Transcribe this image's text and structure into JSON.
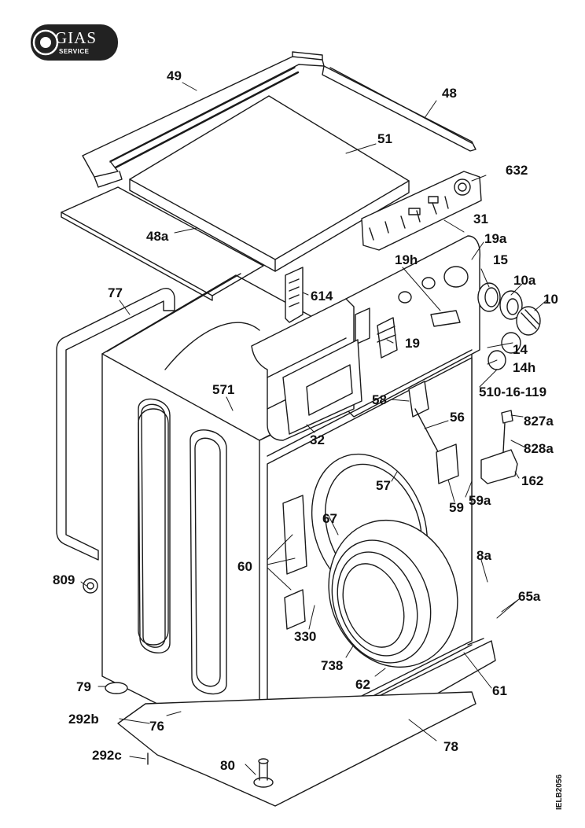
{
  "logo": {
    "brand": "GIAS",
    "tagline": "SERVICE"
  },
  "drawing_code": "IELB2056",
  "parts": {
    "p49": "49",
    "p48": "48",
    "p51": "51",
    "p632": "632",
    "p48a": "48a",
    "p31": "31",
    "p19a": "19a",
    "p15": "15",
    "p19h": "19h",
    "p10a": "10a",
    "p10": "10",
    "p77": "77",
    "p614": "614",
    "p19": "19",
    "p14": "14",
    "p14h": "14h",
    "p510": "510-16-119",
    "p571": "571",
    "p58": "58",
    "p56": "56",
    "p827a": "827a",
    "p32": "32",
    "p828a": "828a",
    "p57": "57",
    "p162": "162",
    "p59a": "59a",
    "p59": "59",
    "p67": "67",
    "p60": "60",
    "p8a": "8a",
    "p809": "809",
    "p65a": "65a",
    "p330": "330",
    "p738": "738",
    "p62": "62",
    "p61": "61",
    "p79": "79",
    "p292b": "292b",
    "p76": "76",
    "p78": "78",
    "p292c": "292c",
    "p80": "80"
  }
}
